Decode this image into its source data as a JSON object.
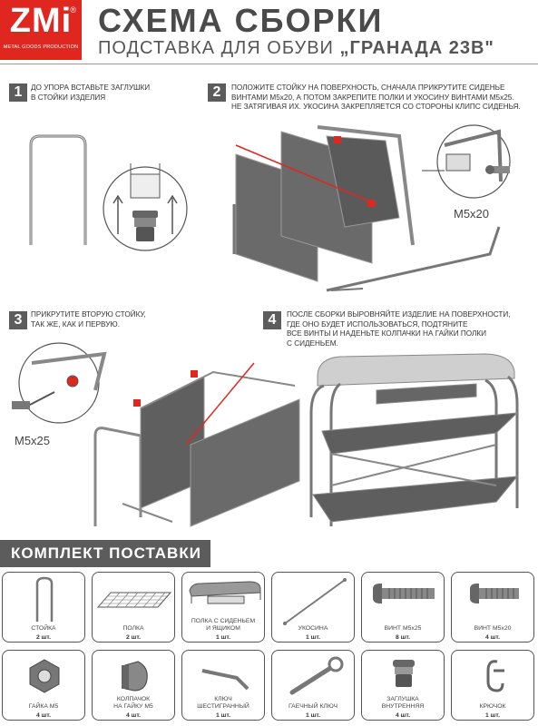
{
  "brand": {
    "logo_text": "ZMi",
    "registered": "®",
    "tagline": "METAL GOODS PRODUCTION"
  },
  "header": {
    "title": "СХЕМА СБОРКИ",
    "subtitle_prefix": "ПОДСТАВКА ДЛЯ ОБУВИ",
    "subtitle_name": "„ГРАНАДА 23В\""
  },
  "steps": [
    {
      "number": "1",
      "lines": [
        "ДО УПОРА ВСТАВЬТЕ ЗАГЛУШКИ",
        "В СТОЙКИ ИЗДЕЛИЯ"
      ]
    },
    {
      "number": "2",
      "lines": [
        "ПОЛОЖИТЕ СТОЙКУ НА ПОВЕРХНОСТЬ, СНАЧАЛА ПРИКРУТИТЕ СИДЕНЬЕ",
        "ВИНТАМИ М5х20, А ПОТОМ ЗАКРЕПИТЕ  ПОЛКИ И УКОСИНУ ВИНТАМИ  М5х25.",
        "НЕ ЗАТЯГИВАЯ ИХ. УКОСИНА ЗАКРЕПЛЯЕТСЯ СО СТОРОНЫ КЛИПС СИДЕНЬЯ."
      ],
      "callout": "М5х20"
    },
    {
      "number": "3",
      "lines": [
        "ПРИКРУТИТЕ ВТОРУЮ СТОЙКУ,",
        "ТАК ЖЕ, КАК И ПЕРВУЮ."
      ],
      "callout": "М5х25"
    },
    {
      "number": "4",
      "lines": [
        "ПОСЛЕ СБОРКИ ВЫРОВНЯЙТЕ ИЗДЕЛИЕ НА ПОВЕРХНОСТИ,",
        "ГДЕ ОНО БУДЕТ ИСПОЛЬЗОВАТЬСЯ, ПОДТЯНИТЕ",
        "ВСЕ ВИНТЫ И НАДЕНЬТЕ КОЛПАЧКИ НА ГАЙКИ ПОЛКИ",
        "С СИДЕНЬЕМ."
      ]
    }
  ],
  "kit": {
    "title": "КОМПЛЕКТ ПОСТАВКИ",
    "items": [
      {
        "name": [
          "СТОЙКА"
        ],
        "qty": "2 шт.",
        "icon": "stand-icon"
      },
      {
        "name": [
          "ПОЛКА"
        ],
        "qty": "2 шт.",
        "icon": "shelf-icon"
      },
      {
        "name": [
          "ПОЛКА С СИДЕНЬЕМ",
          "И ЯЩИКОМ"
        ],
        "qty": "1 шт.",
        "icon": "seat-shelf-icon"
      },
      {
        "name": [
          "УКОСИНА"
        ],
        "qty": "1 шт.",
        "icon": "brace-icon"
      },
      {
        "name": [
          "ВИНТ М5х25"
        ],
        "qty": "8 шт.",
        "icon": "screw-long-icon"
      },
      {
        "name": [
          "ВИНТ М5х20"
        ],
        "qty": "4 шт.",
        "icon": "screw-short-icon"
      },
      {
        "name": [
          "ГАЙКА М5"
        ],
        "qty": "4 шт.",
        "icon": "nut-icon"
      },
      {
        "name": [
          "КОЛПАЧОК",
          "НА ГАЙКУ М5"
        ],
        "qty": "4 шт.",
        "icon": "cap-icon"
      },
      {
        "name": [
          "КЛЮЧ",
          "ШЕСТИГРАННЫЙ"
        ],
        "qty": "1 шт.",
        "icon": "hex-key-icon"
      },
      {
        "name": [
          "ГАЕЧНЫЙ КЛЮЧ"
        ],
        "qty": "1 шт.",
        "icon": "wrench-icon"
      },
      {
        "name": [
          "ЗАГЛУШКА",
          "ВНУТРЕННЯЯ"
        ],
        "qty": "4 шт.",
        "icon": "plug-icon"
      },
      {
        "name": [
          "КРЮЧОК"
        ],
        "qty": "1 шт.",
        "icon": "hook-icon"
      }
    ]
  },
  "colors": {
    "brand_red": "#e0271f",
    "dark_gray": "#5c5c5c",
    "mesh": "#6a6a6a"
  }
}
